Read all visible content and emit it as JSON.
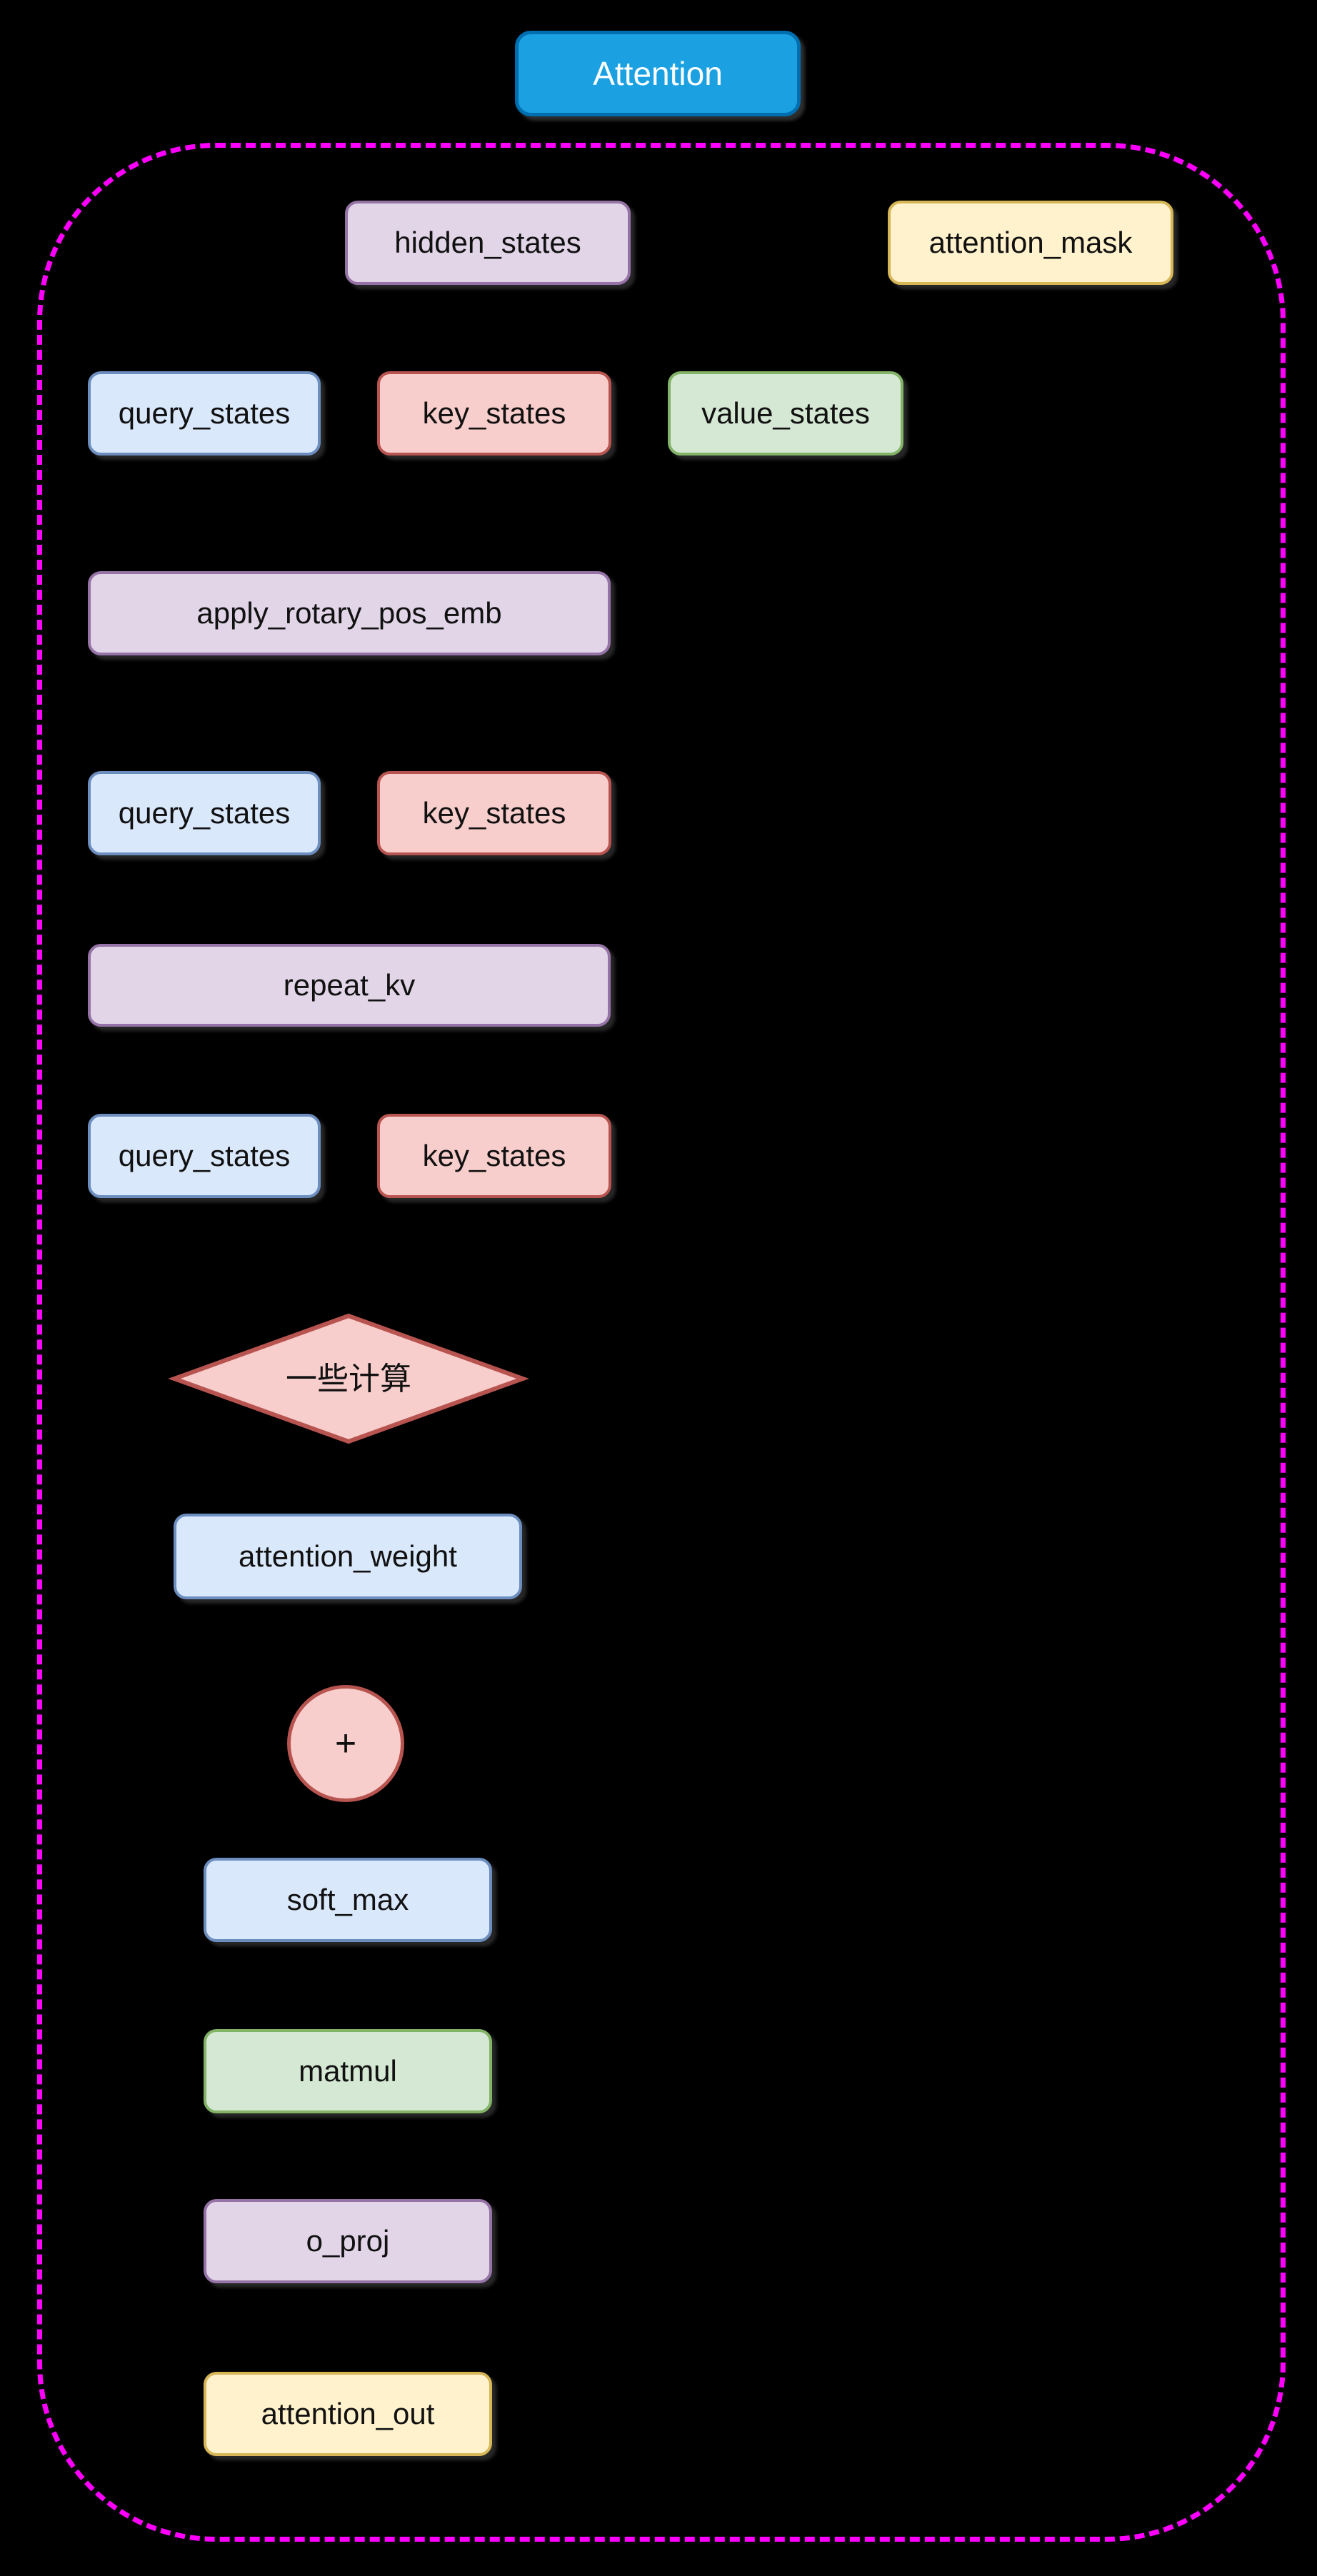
{
  "title": "Attention",
  "nodes": {
    "hidden_states": "hidden_states",
    "attention_mask": "attention_mask",
    "query_states": "query_states",
    "key_states": "key_states",
    "value_states": "value_states",
    "apply_rotary_pos_emb": "apply_rotary_pos_emb",
    "repeat_kv": "repeat_kv",
    "some_computation": "一些计算",
    "attention_weight": "attention_weight",
    "plus_operator": "+",
    "soft_max": "soft_max",
    "matmul": "matmul",
    "o_proj": "o_proj",
    "attention_out": "attention_out"
  },
  "colors": {
    "background": "#000000",
    "container_border": "#FF00FF",
    "title_fill": "#1BA1E2",
    "title_border": "#006EAF",
    "purple_fill": "#E1D5E7",
    "purple_border": "#9673A6",
    "blue_fill": "#DAE8FC",
    "blue_border": "#6C8EBF",
    "red_fill": "#F8CECC",
    "red_border": "#B85450",
    "green_fill": "#D5E8D4",
    "green_border": "#82B366",
    "yellow_fill": "#FFF2CC",
    "yellow_border": "#D6B656"
  }
}
